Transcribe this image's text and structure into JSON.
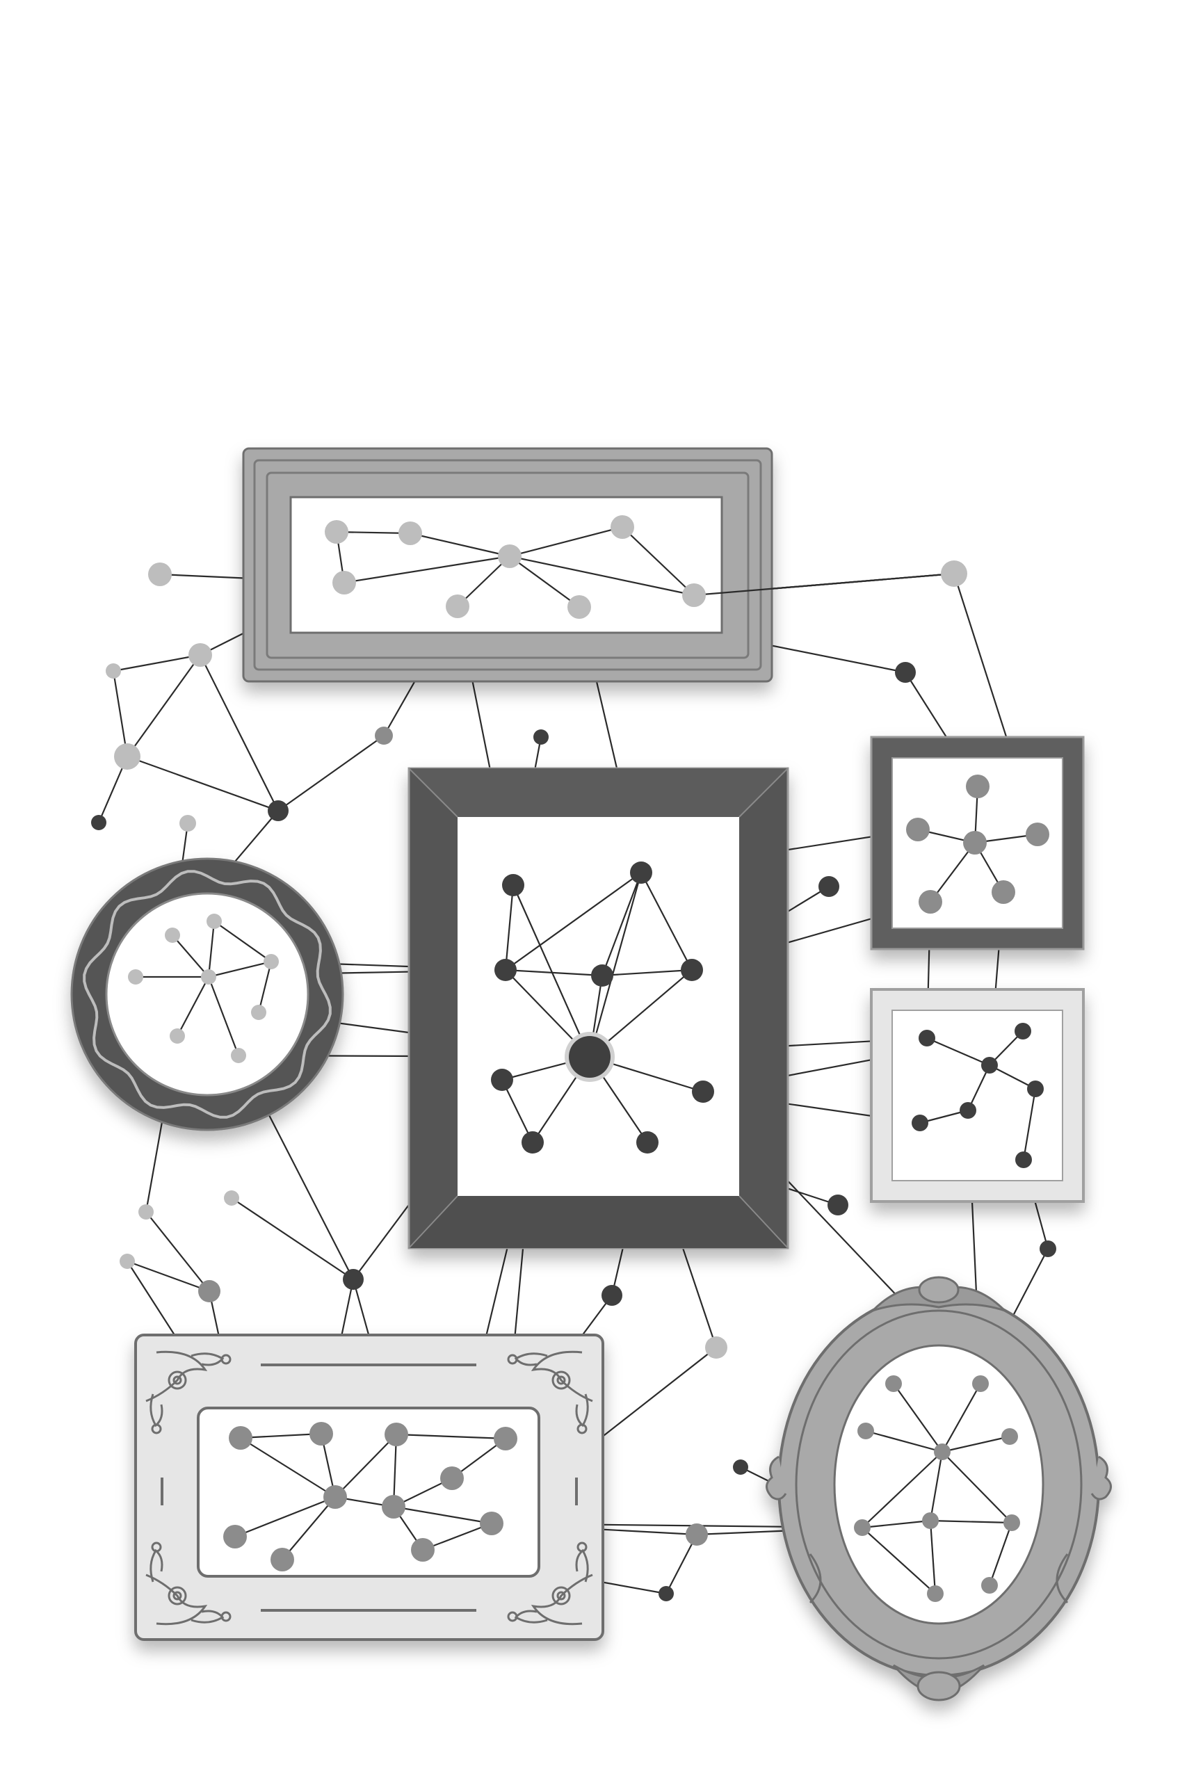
{
  "illustration": "picture-frames-network",
  "colors": {
    "background": "#ffffff",
    "frame_light": "#e6e6e6",
    "frame_mid": "#a9a9a9",
    "frame_dark": "#555555",
    "node_light": "#bdbdbd",
    "node_mid": "#8c8c8c",
    "node_dark": "#3f3f3f",
    "edge": "#2b2b2b"
  },
  "frames": [
    {
      "id": "frame-top-wide",
      "style": "layered-rectangle",
      "tone": "mid"
    },
    {
      "id": "frame-center-large",
      "style": "bevel-rectangle",
      "tone": "dark"
    },
    {
      "id": "frame-left-round",
      "style": "wavy-circle",
      "tone": "dark"
    },
    {
      "id": "frame-right-small-top",
      "style": "plain-square",
      "tone": "dark"
    },
    {
      "id": "frame-right-small-bottom",
      "style": "plain-square",
      "tone": "light"
    },
    {
      "id": "frame-bottom-ornate",
      "style": "ornate-rectangle",
      "tone": "light"
    },
    {
      "id": "frame-bottom-oval",
      "style": "baroque-oval",
      "tone": "mid"
    }
  ]
}
